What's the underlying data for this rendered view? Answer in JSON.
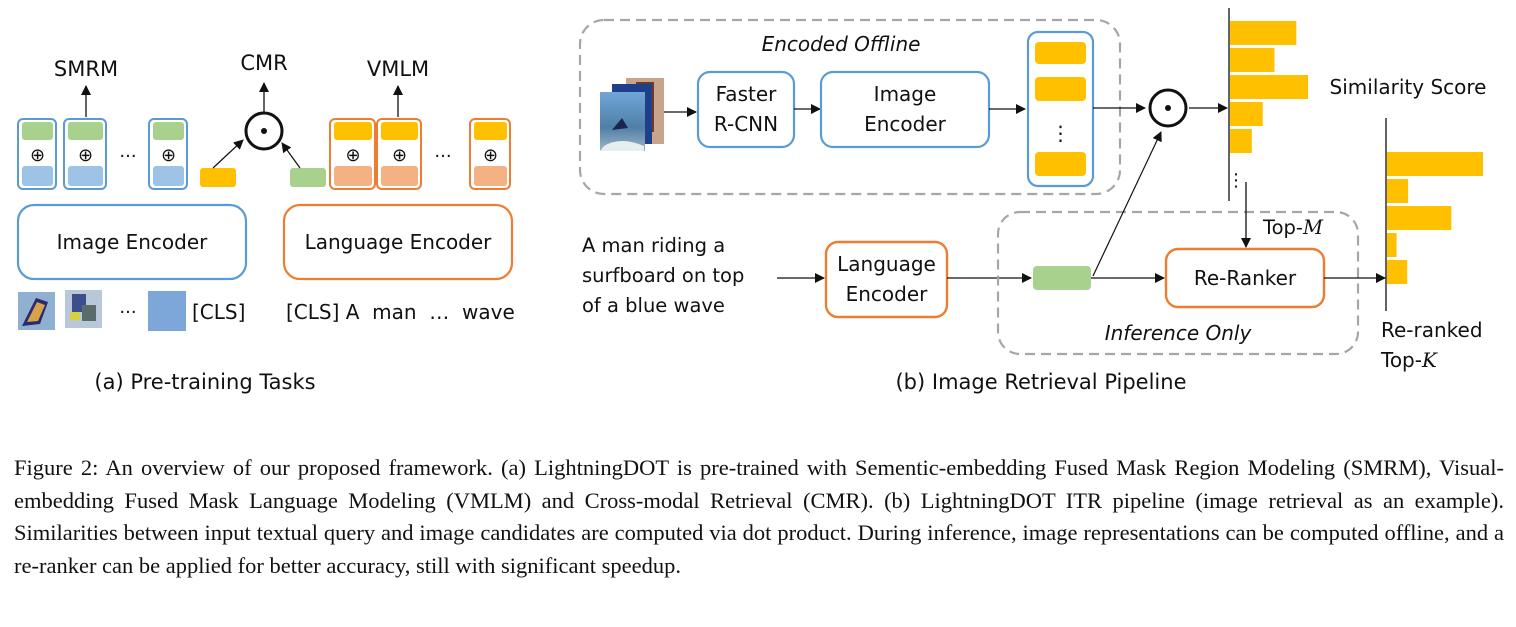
{
  "colors": {
    "blue": "#5b9bd5",
    "blue_fill": "#9dc3e6",
    "green_fill": "#a9d18e",
    "orange": "#ed7d31",
    "orange_fill": "#f4b183",
    "yellow_fill": "#ffc000",
    "dashed_gray": "#a6a6a6"
  },
  "panel_a": {
    "task_labels": {
      "smrm": "SMRM",
      "cmr": "CMR",
      "vmlm": "VMLM"
    },
    "plus_symbol": "⊕",
    "dot_symbol": "⊙",
    "ellipsis": "···",
    "image_encoder": "Image Encoder",
    "language_encoder": "Language Encoder",
    "image_tokens_cls": "[CLS]",
    "image_tokens_ellipsis": "···",
    "text_tokens": "[CLS] A  man  …  wave",
    "title": "(a) Pre-training Tasks"
  },
  "panel_b": {
    "encoded_offline": "Encoded Offline",
    "faster_rcnn_line1": "Faster",
    "faster_rcnn_line2": "R-CNN",
    "image_encoder_line1": "Image",
    "image_encoder_line2": "Encoder",
    "vertical_ellipsis": "⋮",
    "query_line1": "A man riding a",
    "query_line2": "surfboard on top",
    "query_line3": "of a blue wave",
    "language_encoder_line1": "Language",
    "language_encoder_line2": "Encoder",
    "re_ranker": "Re-Ranker",
    "inference_only": "Inference Only",
    "top_m_prefix": "Top-",
    "top_m_var": "M",
    "similarity_score": "Similarity Score",
    "reranked_line1": "Re-ranked",
    "reranked_line2_prefix": "Top-",
    "reranked_line2_var": "K",
    "title": "(b) Image Retrieval Pipeline",
    "similarity_bars": [
      0.85,
      0.57,
      1.0,
      0.42,
      0.28
    ],
    "reranked_bars": [
      1.0,
      0.22,
      0.67,
      0.1,
      0.21
    ]
  },
  "caption": {
    "label": "Figure 2:",
    "text": "An overview of our proposed framework. (a) LightningDOT is pre-trained with Sementic-embedding Fused Mask Region Modeling (SMRM), Visual-embedding Fused Mask Language Modeling (VMLM) and Cross-modal Retrieval (CMR). (b) LightningDOT ITR pipeline (image retrieval as an example). Similarities between input textual query and image candidates are computed via dot product. During inference, image representations can be computed offline, and a re-ranker can be applied for better accuracy, still with significant speedup."
  }
}
